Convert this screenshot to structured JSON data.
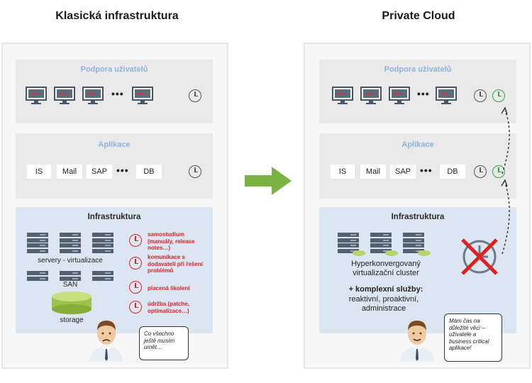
{
  "left": {
    "title": "Klasická infrastruktura",
    "support": {
      "title": "Podpora uživatelů",
      "ellipsis": "•••"
    },
    "apps": {
      "title": "Aplikace",
      "items": [
        "IS",
        "Mail",
        "SAP",
        "DB"
      ],
      "ellipsis": "•••"
    },
    "infra": {
      "title": "Infrastruktura",
      "servers_label": "servery - virtualizace",
      "san_label": "SAN",
      "storage_label": "storage",
      "tasks": [
        "samostudium (manuály, release notes…)",
        "komunikace s dodavateli při řešení problémů",
        "placená školení",
        "údržba (patche, optimalizace…)"
      ]
    },
    "bubble": "Co všechno ještě musím umět…"
  },
  "right": {
    "title": "Private Cloud",
    "support": {
      "title": "Podpora uživatelů",
      "ellipsis": "•••"
    },
    "apps": {
      "title": "Aplikace",
      "items": [
        "IS",
        "Mail",
        "SAP",
        "DB"
      ],
      "ellipsis": "•••"
    },
    "infra": {
      "title": "Infrastruktura",
      "cluster_label": "Hyperkonvergovaný virtualizační cluster",
      "services_title": "+ komplexní služby:",
      "services_text": "reaktivní, proaktivní, administrace"
    },
    "bubble": "Mám čas na důležité věci – uživatele a business critical aplikace!"
  },
  "colors": {
    "accent_green": "#7ab341",
    "task_red": "#e02020",
    "section_title_blue": "#8db4df",
    "infra_bg": "#dce6f3",
    "clock_green": "#28a745"
  },
  "icons": [
    "monitor-icon",
    "server-icon",
    "clock-icon",
    "storage-icon",
    "person-icon",
    "arrow-right-icon",
    "red-x-icon"
  ]
}
